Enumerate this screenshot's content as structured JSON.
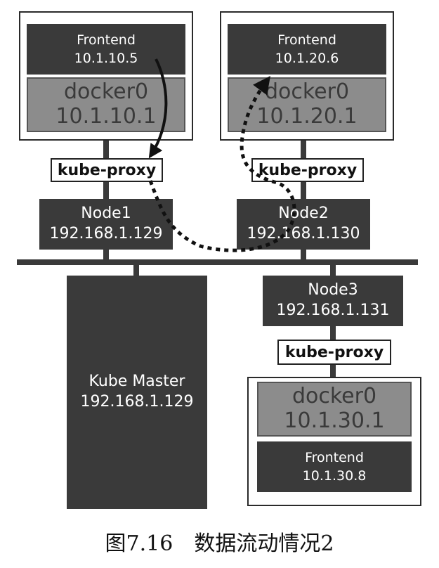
{
  "host1": {
    "frontend": {
      "name": "Frontend",
      "ip": "10.1.10.5"
    },
    "docker": {
      "name": "docker0",
      "ip": "10.1.10.1"
    },
    "proxy": "kube-proxy",
    "node": {
      "name": "Node1",
      "ip": "192.168.1.129"
    }
  },
  "host2": {
    "frontend": {
      "name": "Frontend",
      "ip": "10.1.20.6"
    },
    "docker": {
      "name": "docker0",
      "ip": "10.1.20.1"
    },
    "proxy": "kube-proxy",
    "node": {
      "name": "Node2",
      "ip": "192.168.1.130"
    }
  },
  "host3": {
    "node": {
      "name": "Node3",
      "ip": "192.168.1.131"
    },
    "proxy": "kube-proxy",
    "docker": {
      "name": "docker0",
      "ip": "10.1.30.1"
    },
    "frontend": {
      "name": "Frontend",
      "ip": "10.1.30.8"
    }
  },
  "master": {
    "name": "Kube Master",
    "ip": "192.168.1.129"
  },
  "caption": "图7.16　数据流动情况2"
}
